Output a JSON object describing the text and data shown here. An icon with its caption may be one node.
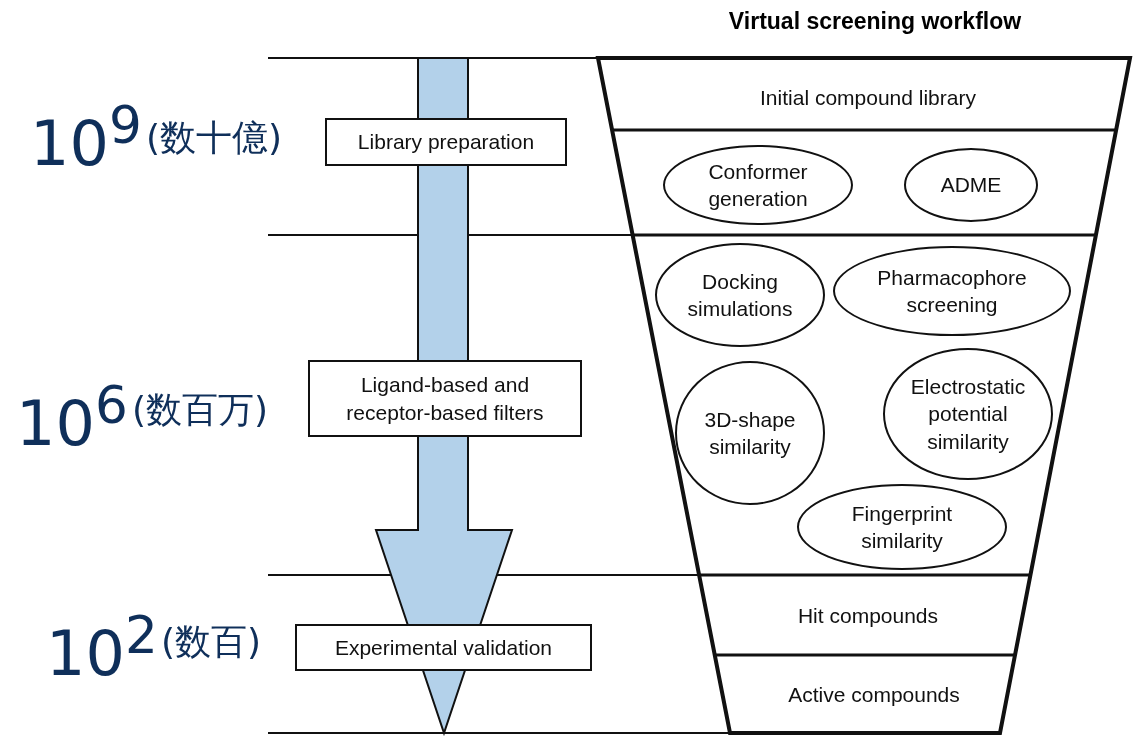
{
  "diagram": {
    "title": "Virtual screening workflow",
    "nodes": [
      {
        "text": [
          "Initial compound library"
        ]
      },
      {
        "text": [
          "Library preparation"
        ]
      },
      {
        "text": [
          "Conformer generation"
        ]
      },
      {
        "text": [
          "ADME"
        ]
      },
      {
        "text": [
          "Docking simulations"
        ]
      },
      {
        "text": [
          "Pharmacophore screening"
        ]
      },
      {
        "text": [
          "Ligand-based and receptor-based filters"
        ]
      },
      {
        "text": [
          "3D-shape similarity"
        ]
      },
      {
        "text": [
          "Electrostatic potential similarity"
        ]
      },
      {
        "text": [
          "Fingerprint similarity"
        ]
      },
      {
        "text": [
          "Hit compounds"
        ]
      },
      {
        "text": [
          "Experimental validation"
        ]
      },
      {
        "text": [
          "Active compounds"
        ]
      }
    ],
    "labels": [
      "10$^{9}$",
      "(数十億)",
      "10$^{6}$",
      "(数百万)",
      "10$^{2}$",
      "(数百)"
    ]
  }
}
